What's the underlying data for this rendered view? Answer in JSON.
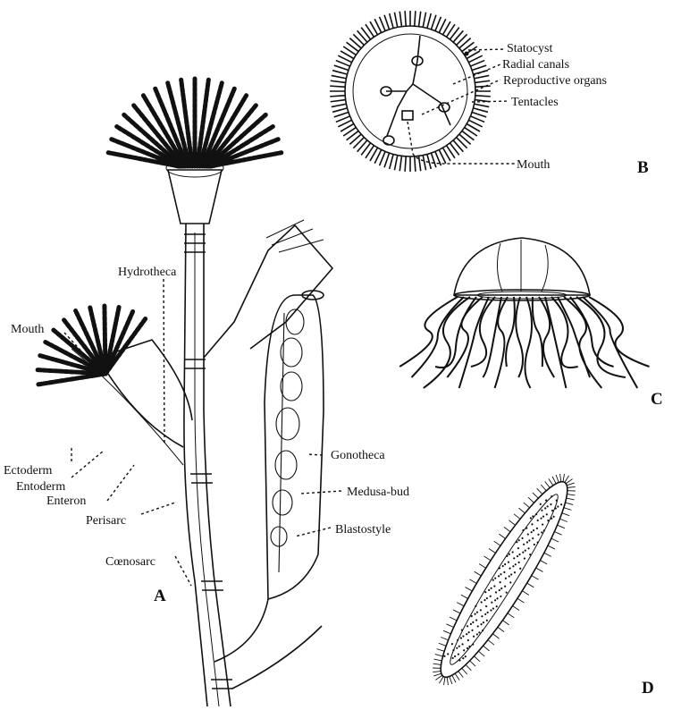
{
  "figure_letters": {
    "a": "A",
    "b": "B",
    "c": "C",
    "d": "D"
  },
  "labels_b": {
    "statocyst": "Statocyst",
    "radial_canals": "Radial canals",
    "reproductive_organs": "Reproductive organs",
    "tentacles": "Tentacles",
    "mouth": "Mouth"
  },
  "labels_a": {
    "hydrotheca": "Hydrotheca",
    "mouth": "Mouth",
    "ectoderm": "Ectoderm",
    "entoderm": "Entoderm",
    "enteron": "Enteron",
    "perisarc": "Perisarc",
    "coenosarc": "Cœnosarc",
    "gonotheca": "Gonotheca",
    "medusa_bud": "Medusa-bud",
    "blastostyle": "Blastostyle"
  }
}
